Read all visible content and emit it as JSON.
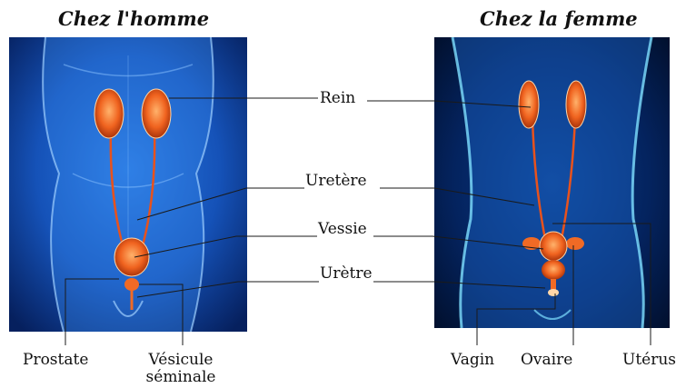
{
  "titles": {
    "male": "Chez l'homme",
    "female": "Chez la femme"
  },
  "center_labels": {
    "kidney": "Rein",
    "ureter": "Uretère",
    "bladder": "Vessie",
    "urethra": "Urètre"
  },
  "bottom_labels": {
    "prostate": "Prostate",
    "seminal_vesicle_line1": "Vésicule",
    "seminal_vesicle_line2": "séminale",
    "vagina": "Vagin",
    "ovary": "Ovaire",
    "uterus": "Utérus"
  },
  "colors": {
    "body_blue": "#1d63c9",
    "dark_blue": "#04184a",
    "organ_orange": "#ef5a1e",
    "leader_line": "#1a1a1a"
  }
}
